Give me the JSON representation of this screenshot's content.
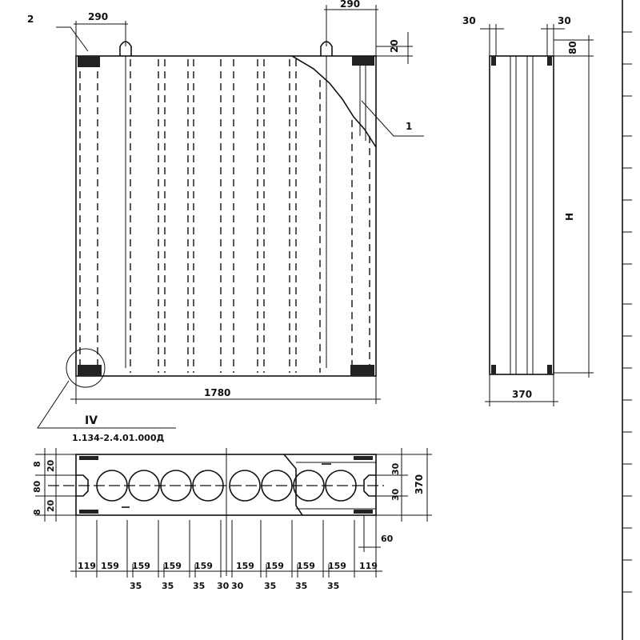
{
  "labels": {
    "callout_1": "1",
    "callout_2": "2",
    "detail_ref": "IV",
    "doc_ref": "1.134-2.4.01.000Д",
    "height": "H"
  },
  "dims": {
    "top_left": "290",
    "top_right": "290",
    "top_offset": "20",
    "total_length": "1780",
    "side_left": "30",
    "side_right": "30",
    "side_top": "80",
    "side_width": "370",
    "sec_8_top": "8",
    "sec_20_top": "20",
    "sec_80": "80",
    "sec_20_bot": "20",
    "sec_8_bot": "8",
    "sec_30_top": "30",
    "sec_30_bot": "30",
    "sec_370": "370",
    "sec_60": "60",
    "bottom_row": [
      "119",
      "159",
      "159",
      "159",
      "159",
      "159",
      "159",
      "159",
      "159",
      "119"
    ],
    "sub_row": [
      "35",
      "35",
      "35",
      "30",
      "30",
      "35",
      "35",
      "35"
    ]
  }
}
